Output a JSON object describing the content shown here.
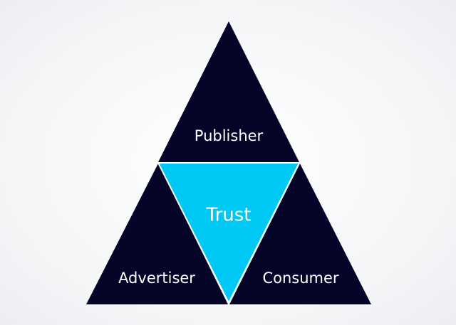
{
  "diagram": {
    "top_label": "Publisher",
    "left_label": "Advertiser",
    "right_label": "Consumer",
    "center_label": "Trust"
  },
  "colors": {
    "outer_triangles": "#05052a",
    "center_triangle": "#00c8f4",
    "text": "#ffffff",
    "separator": "#ffffff"
  }
}
